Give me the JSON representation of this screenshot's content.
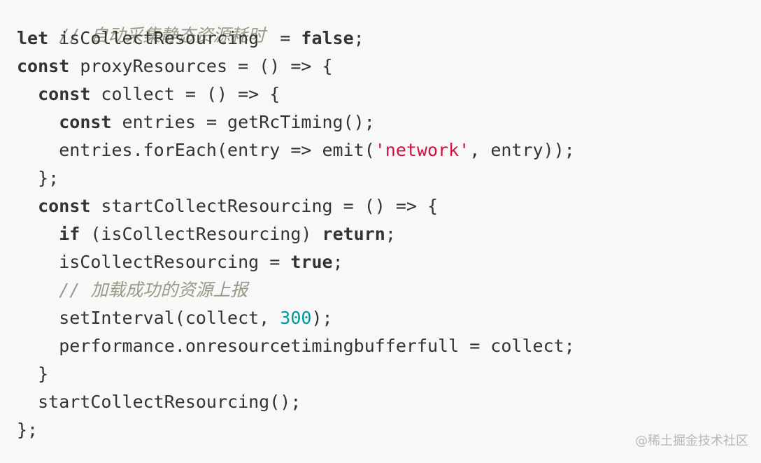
{
  "code": {
    "lines": [
      [
        {
          "t": "cm",
          "v": "// 自动采集静态资源耗时"
        }
      ],
      [
        {
          "t": "kw",
          "v": "let"
        },
        {
          "t": "tx",
          "v": " isCollectResourcing  = "
        },
        {
          "t": "kw",
          "v": "false"
        },
        {
          "t": "tx",
          "v": ";"
        }
      ],
      [
        {
          "t": "kw",
          "v": "const"
        },
        {
          "t": "tx",
          "v": " proxyResources = () => {"
        }
      ],
      [
        {
          "t": "tx",
          "v": "  "
        },
        {
          "t": "kw",
          "v": "const"
        },
        {
          "t": "tx",
          "v": " collect = () => {"
        }
      ],
      [
        {
          "t": "tx",
          "v": "    "
        },
        {
          "t": "kw",
          "v": "const"
        },
        {
          "t": "tx",
          "v": " entries = getRcTiming();"
        }
      ],
      [
        {
          "t": "tx",
          "v": "    entries.forEach(entry => emit("
        },
        {
          "t": "str",
          "v": "'network'"
        },
        {
          "t": "tx",
          "v": ", entry));"
        }
      ],
      [
        {
          "t": "tx",
          "v": "  };"
        }
      ],
      [
        {
          "t": "tx",
          "v": "  "
        },
        {
          "t": "kw",
          "v": "const"
        },
        {
          "t": "tx",
          "v": " startCollectResourcing = () => {"
        }
      ],
      [
        {
          "t": "tx",
          "v": "    "
        },
        {
          "t": "kw",
          "v": "if"
        },
        {
          "t": "tx",
          "v": " (isCollectResourcing) "
        },
        {
          "t": "kw",
          "v": "return"
        },
        {
          "t": "tx",
          "v": ";"
        }
      ],
      [
        {
          "t": "tx",
          "v": "    isCollectResourcing = "
        },
        {
          "t": "kw",
          "v": "true"
        },
        {
          "t": "tx",
          "v": ";"
        }
      ],
      [
        {
          "t": "tx",
          "v": "    "
        },
        {
          "t": "cm",
          "v": "// 加载成功的资源上报"
        }
      ],
      [
        {
          "t": "tx",
          "v": "    setInterval(collect, "
        },
        {
          "t": "num",
          "v": "300"
        },
        {
          "t": "tx",
          "v": ");"
        }
      ],
      [
        {
          "t": "tx",
          "v": "    performance.onresourcetimingbufferfull = collect;"
        }
      ],
      [
        {
          "t": "tx",
          "v": "  }"
        }
      ],
      [
        {
          "t": "tx",
          "v": "  startCollectResourcing();"
        }
      ],
      [
        {
          "t": "tx",
          "v": "};"
        }
      ]
    ]
  },
  "watermark": "@稀土掘金技术社区",
  "colors": {
    "background": "#f8f8f8",
    "text": "#333333",
    "keyword": "#333333",
    "comment": "#999988",
    "string": "#d01040",
    "number": "#009999"
  }
}
